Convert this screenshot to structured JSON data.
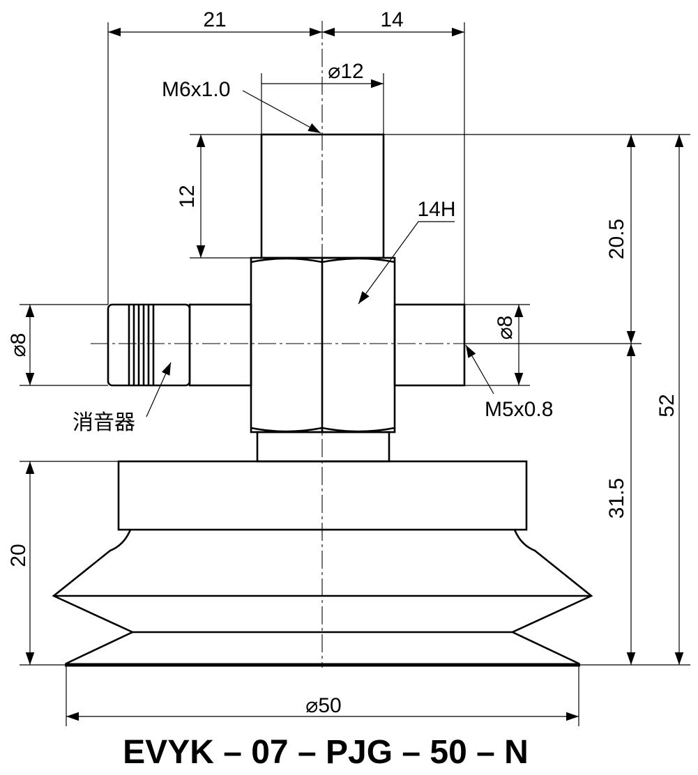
{
  "dimensions": {
    "left_width": "21",
    "right_width": "14",
    "top_diameter": "⌀12",
    "thread_top": "M6x1.0",
    "stem_height": "12",
    "hex_size": "14H",
    "left_port_diameter": "⌀8",
    "right_port_diameter": "⌀8",
    "thread_side": "M5x0.8",
    "silencer_label": "消音器",
    "upper_height": "20.5",
    "total_height": "52",
    "lower_height": "31.5",
    "cup_height": "20",
    "cup_diameter": "⌀50"
  },
  "model_code": "EVYK – 07 – PJG – 50 – N"
}
